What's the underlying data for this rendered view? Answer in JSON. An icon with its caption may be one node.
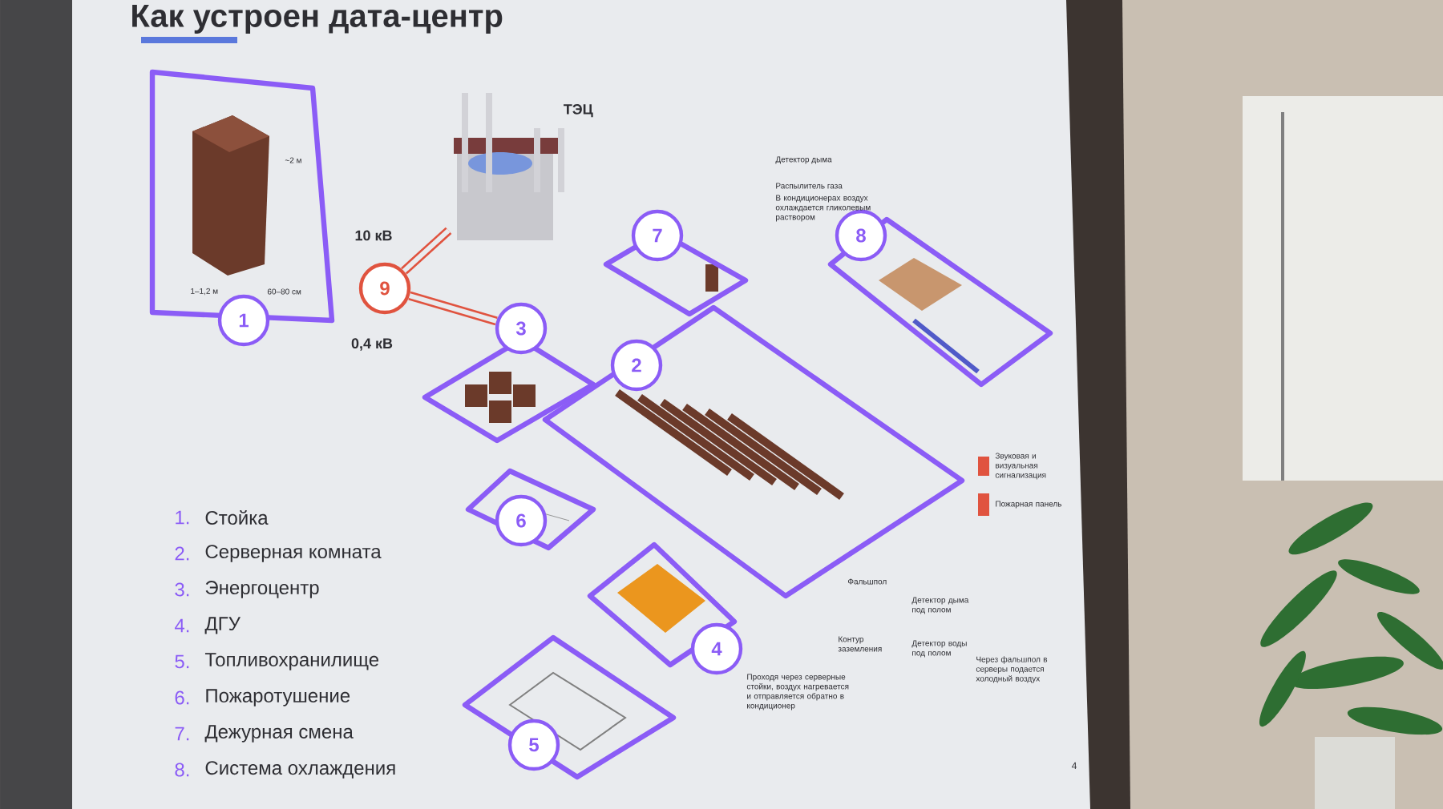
{
  "diagram": {
    "title": "Как устроен дата-центр",
    "nodes": [
      {
        "text": [
          "1"
        ]
      },
      {
        "text": [
          "ТЭЦ"
        ]
      },
      {
        "text": [
          "7"
        ]
      },
      {
        "text": [
          "8"
        ]
      },
      {
        "text": [
          "9"
        ]
      },
      {
        "text": [
          "3"
        ]
      },
      {
        "text": [
          "2"
        ]
      },
      {
        "text": [
          "6"
        ]
      },
      {
        "text": [
          "4"
        ]
      },
      {
        "text": [
          "5"
        ]
      }
    ],
    "edges": [
      {
        "from": 1,
        "to": 4,
        "arrow": "none",
        "label": "10 кВ"
      },
      {
        "from": 4,
        "to": 5,
        "arrow": "none",
        "label": "0,4 кВ"
      }
    ],
    "labels": [
      "~2 м",
      "1–1,2 м",
      "60–80 см",
      "Детектор дыма",
      "Распылитель газа",
      "В кондиционерах воздух охлаждается гликолевым раствором",
      "Звуковая и визуальная сигнализация",
      "Пожарная панель",
      "Фальшпол",
      "Детектор дыма под полом",
      "Контур заземления",
      "Детектор воды под полом",
      "Проходя через серверные стойки, воздух нагревается и отправляется обратно в кондиционер",
      "Через фальшпол в серверы подается холодный воздух",
      "1.",
      "Стойка",
      "2.",
      "Серверная комната",
      "3.",
      "Энергоцентр",
      "4.",
      "ДГУ",
      "5.",
      "Топливохранилище",
      "6.",
      "Пожаротушение",
      "7.",
      "Дежурная смена",
      "8.",
      "Система охлаждения",
      "4"
    ]
  }
}
